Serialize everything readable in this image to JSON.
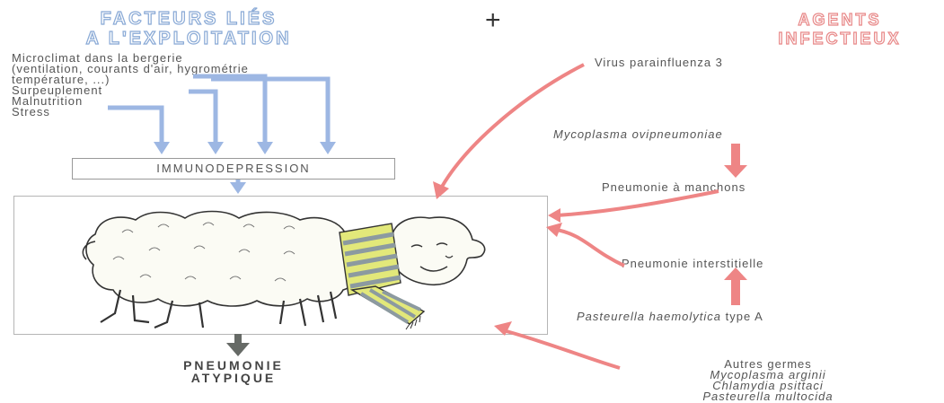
{
  "left_title": [
    "FACTEURS LIÉS",
    "A L'EXPLOITATION"
  ],
  "plus_sign": "+",
  "right_title": [
    "AGENTS",
    "INFECTIEUX"
  ],
  "factors": [
    "Microclimat dans la bergerie",
    "(ventilation, courants d'air, hygrométrie",
    "température, ...)",
    "Surpeuplement",
    "Malnutrition",
    "Stress"
  ],
  "immunodepression": "IMMUNODEPRESSION",
  "result": [
    "PNEUMONIE",
    "ATYPIQUE"
  ],
  "agents": {
    "virus": "Virus parainfluenza 3",
    "mycoplasma": "Mycoplasma ovipneumoniae",
    "pneumonie_manchons": "Pneumonie à manchons",
    "pneumonie_interstitielle": "Pneumonie interstitielle",
    "pasteurella_name": "Pasteurella haemolytica",
    "pasteurella_type": "type A"
  },
  "other_germs": [
    "Autres germes",
    "Mycoplasma arginii",
    "Chlamydia psittaci",
    "Pasteurella multocida"
  ],
  "colors": {
    "blue_arrow": "#9db7e3",
    "red_arrow": "#ee8585",
    "dark_arrow": "#666a66",
    "scarf_gray": "#8c9aa0",
    "scarf_yellow": "#e2e87a"
  },
  "illustration": "sheep-with-scarf"
}
